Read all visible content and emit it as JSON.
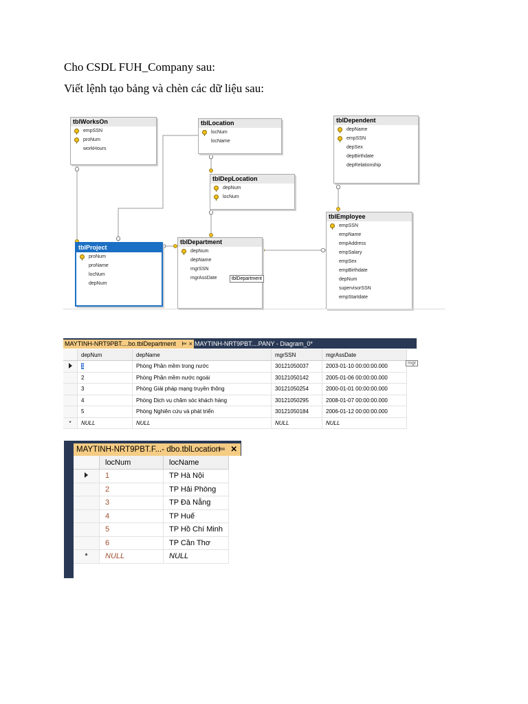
{
  "headings": {
    "line1": "Cho CSDL FUH_Company sau:",
    "line2": "Viết lệnh tạo bảng và chèn các dữ liệu sau:"
  },
  "diagram": {
    "tables": {
      "worksOn": {
        "title": "tblWorksOn",
        "columns": [
          {
            "name": "empSSN",
            "key": true
          },
          {
            "name": "proNum",
            "key": true
          },
          {
            "name": "workHours",
            "key": false
          }
        ]
      },
      "location": {
        "title": "tblLocation",
        "columns": [
          {
            "name": "locNum",
            "key": true
          },
          {
            "name": "locName",
            "key": false
          }
        ]
      },
      "dependent": {
        "title": "tblDependent",
        "columns": [
          {
            "name": "depName",
            "key": true
          },
          {
            "name": "empSSN",
            "key": true
          },
          {
            "name": "depSex",
            "key": false
          },
          {
            "name": "depBirthdate",
            "key": false
          },
          {
            "name": "depRelationship",
            "key": false
          }
        ]
      },
      "depLocation": {
        "title": "tblDepLocation",
        "columns": [
          {
            "name": "depNum",
            "key": true
          },
          {
            "name": "locNum",
            "key": true
          }
        ]
      },
      "project": {
        "title": "tblProject",
        "columns": [
          {
            "name": "proNum",
            "key": true
          },
          {
            "name": "proName",
            "key": false
          },
          {
            "name": "locNum",
            "key": false
          },
          {
            "name": "depNum",
            "key": false
          }
        ]
      },
      "department": {
        "title": "tblDepartment",
        "columns": [
          {
            "name": "depNum",
            "key": true
          },
          {
            "name": "depName",
            "key": false
          },
          {
            "name": "mgrSSN",
            "key": false
          },
          {
            "name": "mgrAssDate",
            "key": false
          }
        ]
      },
      "employee": {
        "title": "tblEmployee",
        "columns": [
          {
            "name": "empSSN",
            "key": true
          },
          {
            "name": "empName",
            "key": false
          },
          {
            "name": "empAddress",
            "key": false
          },
          {
            "name": "empSalary",
            "key": false
          },
          {
            "name": "empSex",
            "key": false
          },
          {
            "name": "empBirthdate",
            "key": false
          },
          {
            "name": "depNum",
            "key": false
          },
          {
            "name": "supervisorSSN",
            "key": false
          },
          {
            "name": "empStartdate",
            "key": false
          }
        ]
      }
    },
    "tooltip": "tblDepartment"
  },
  "department_grid": {
    "tab_active": "MAYTINH-NRT9PBT....bo.tblDepartment",
    "tab_pin": "⊨",
    "tab_close": "×",
    "tab_inactive": "MAYTINH-NRT9PBT....PANY - Diagram_0*",
    "columns": [
      "depNum",
      "depName",
      "mgrSSN",
      "mgrAssDate"
    ],
    "rows": [
      [
        "1",
        "Phòng Phần mềm trong nước",
        "30121050037",
        "2003-01-10 00:00:00.000"
      ],
      [
        "2",
        "Phòng Phần mềm nước ngoài",
        "30121050142",
        "2005-01-06 00:00:00.000"
      ],
      [
        "3",
        "Phòng Giải pháp mạng truyền thông",
        "30121050254",
        "2000-01-01 00:00:00.000"
      ],
      [
        "4",
        "Phòng Dịch vụ chăm sóc khách hàng",
        "30121050295",
        "2008-01-07 00:00:00.000"
      ],
      [
        "5",
        "Phòng Nghiên cứu và phát triển",
        "30121050184",
        "2006-01-12 00:00:00.000"
      ]
    ],
    "null_row": [
      "NULL",
      "NULL",
      "NULL",
      "NULL"
    ],
    "new_row_marker": "*",
    "tooltip_fragment": "mgr"
  },
  "location_grid": {
    "tab_title": "MAYTINH-NRT9PBT.F...- dbo.tblLocation",
    "tab_pin": "⊨",
    "tab_close": "✕",
    "columns": [
      "locNum",
      "locName"
    ],
    "rows": [
      [
        "1",
        "TP Hà Nội"
      ],
      [
        "2",
        "TP Hải Phòng"
      ],
      [
        "3",
        "TP Đà Nẵng"
      ],
      [
        "4",
        "TP Huế"
      ],
      [
        "5",
        "TP Hồ Chí Minh"
      ],
      [
        "6",
        "TP Cần Thơ"
      ]
    ],
    "null_row": [
      "NULL",
      "NULL"
    ],
    "new_row_marker": "*"
  }
}
